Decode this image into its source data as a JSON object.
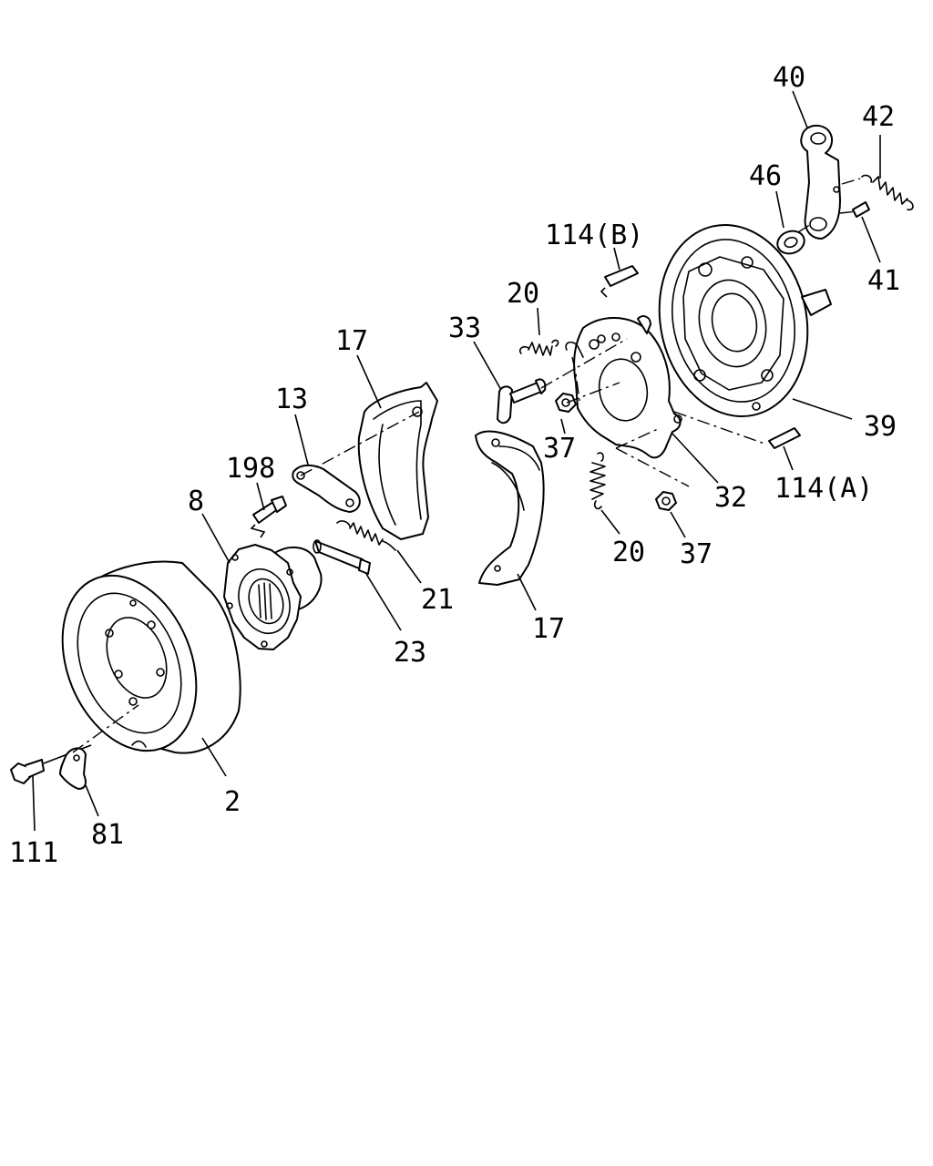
{
  "diagram": {
    "labels": [
      {
        "id": "40",
        "text": "40"
      },
      {
        "id": "42",
        "text": "42"
      },
      {
        "id": "46",
        "text": "46"
      },
      {
        "id": "41",
        "text": "41"
      },
      {
        "id": "114b",
        "text": "114(B)"
      },
      {
        "id": "20a",
        "text": "20"
      },
      {
        "id": "33",
        "text": "33"
      },
      {
        "id": "17a",
        "text": "17"
      },
      {
        "id": "13",
        "text": "13"
      },
      {
        "id": "198",
        "text": "198"
      },
      {
        "id": "8",
        "text": "8"
      },
      {
        "id": "37a",
        "text": "37"
      },
      {
        "id": "39",
        "text": "39"
      },
      {
        "id": "114a",
        "text": "114(A)"
      },
      {
        "id": "32",
        "text": "32"
      },
      {
        "id": "20b",
        "text": "20"
      },
      {
        "id": "37b",
        "text": "37"
      },
      {
        "id": "21",
        "text": "21"
      },
      {
        "id": "23",
        "text": "23"
      },
      {
        "id": "17b",
        "text": "17"
      },
      {
        "id": "2",
        "text": "2"
      },
      {
        "id": "111",
        "text": "111"
      },
      {
        "id": "81",
        "text": "81"
      }
    ]
  }
}
